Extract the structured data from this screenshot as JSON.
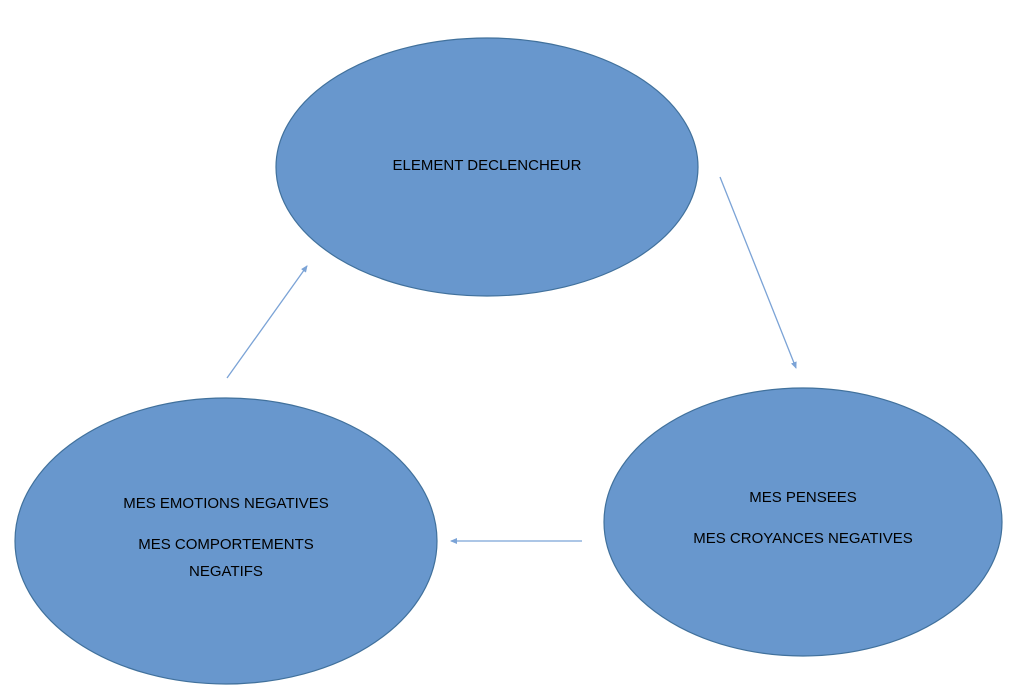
{
  "diagram": {
    "type": "cycle",
    "colors": {
      "node_fill": "#6897CD",
      "node_stroke": "#41719C",
      "arrow": "#7BA3D6",
      "text": "#000000",
      "background": "#FFFFFF"
    },
    "nodes": [
      {
        "id": "trigger",
        "lines": [
          "ELEMENT DECLENCHEUR"
        ]
      },
      {
        "id": "thoughts",
        "lines": [
          "MES PENSEES",
          "MES CROYANCES NEGATIVES"
        ]
      },
      {
        "id": "emotions",
        "lines": [
          "MES EMOTIONS NEGATIVES",
          "MES COMPORTEMENTS",
          "NEGATIFS"
        ]
      }
    ],
    "edges": [
      {
        "from": "trigger",
        "to": "thoughts"
      },
      {
        "from": "thoughts",
        "to": "emotions"
      },
      {
        "from": "emotions",
        "to": "trigger"
      }
    ]
  }
}
